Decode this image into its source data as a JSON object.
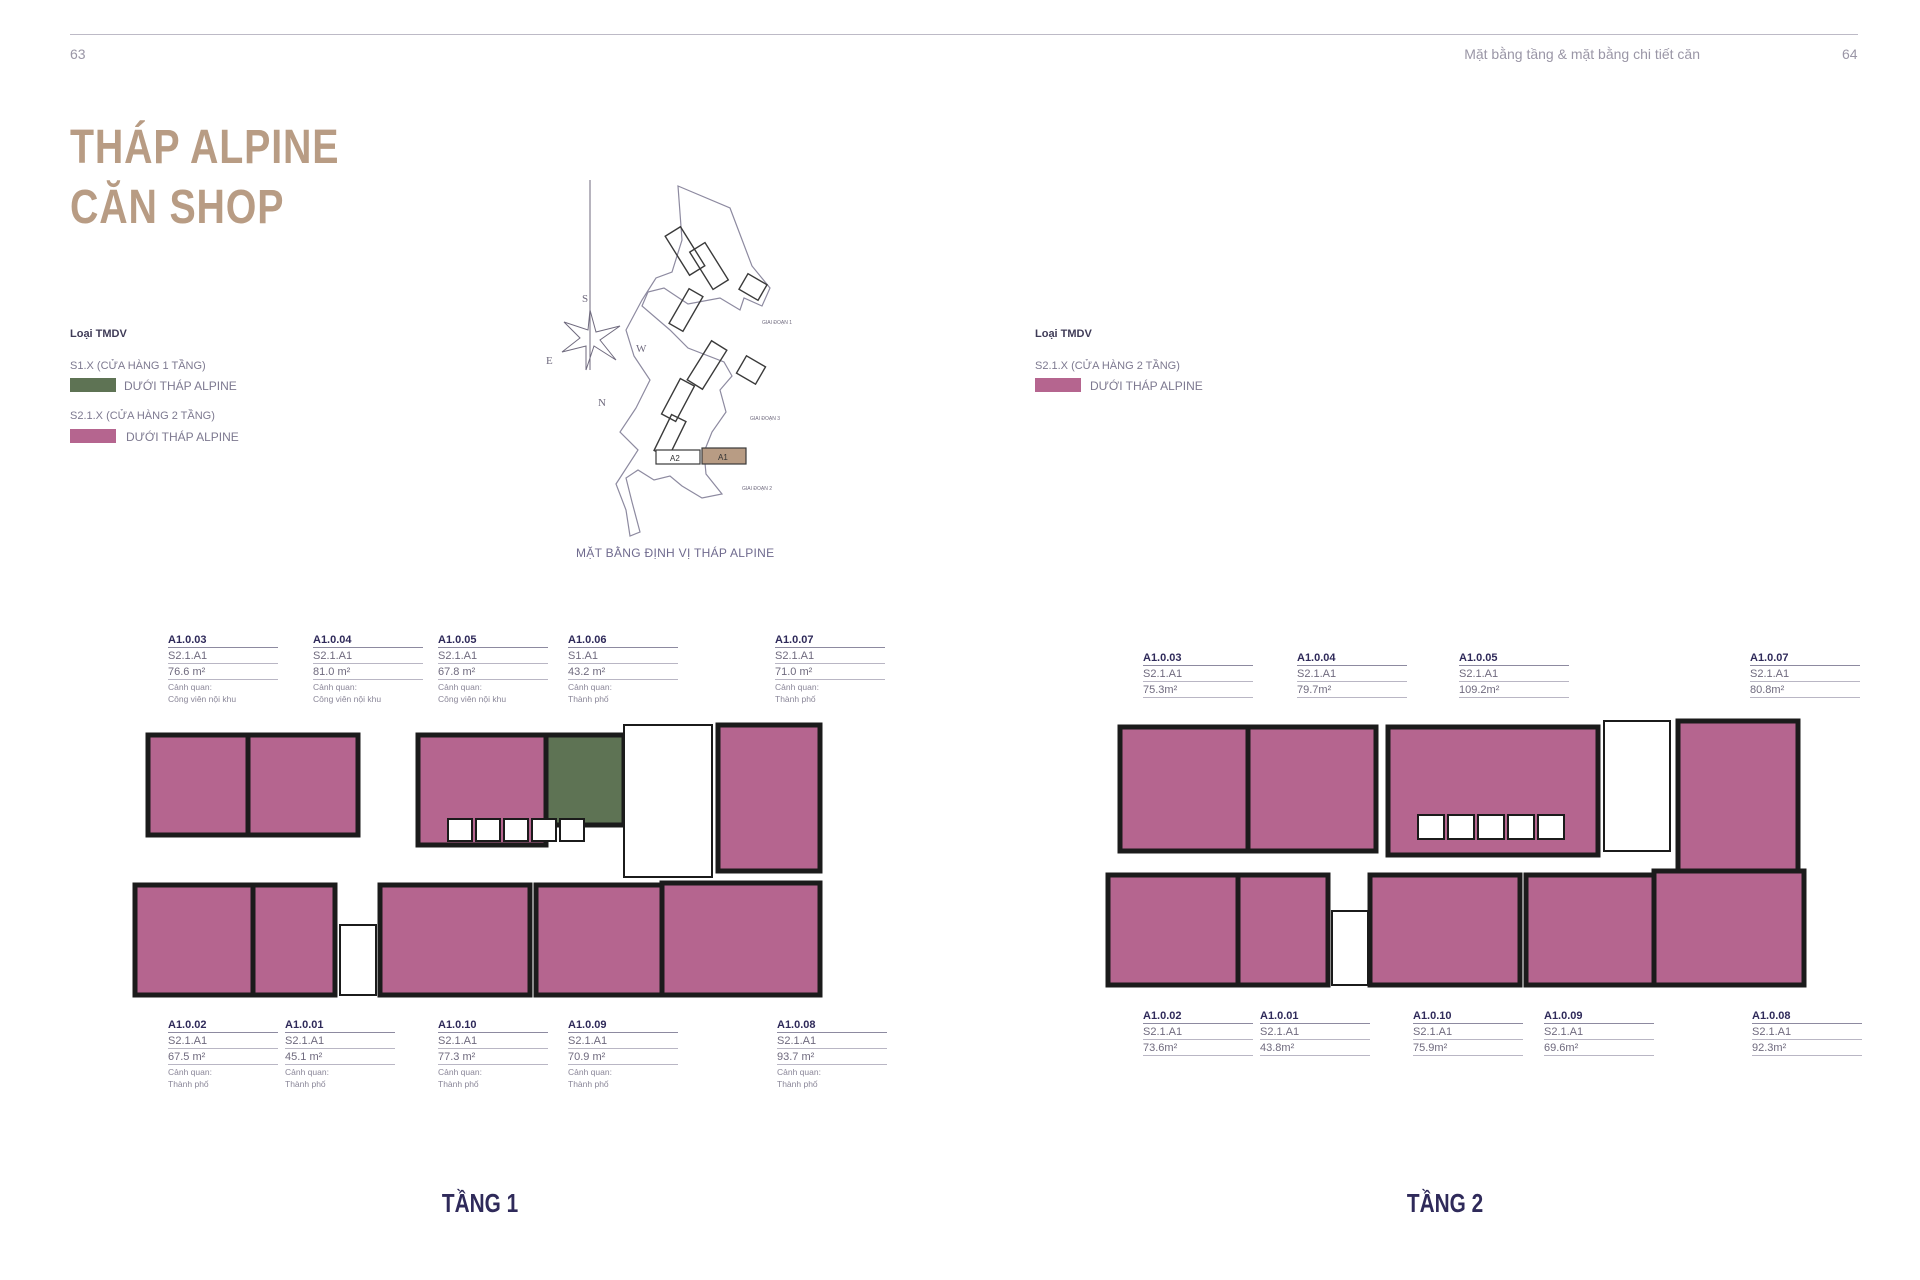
{
  "header": {
    "page_left": "63",
    "page_right": "64",
    "section_title": "Mặt bằng tầng & mặt bằng chi tiết căn"
  },
  "title": {
    "line1": "THÁP ALPINE",
    "line2": "CĂN SHOP"
  },
  "legend_left": {
    "heading": "Loại TMDV",
    "items": [
      {
        "type": "S1.X (CỬA HÀNG 1 TẦNG)",
        "label": "DƯỚI THÁP ALPINE",
        "color": "#5e7354"
      },
      {
        "type": "S2.1.X (CỬA HÀNG 2 TẦNG)",
        "label": "DƯỚI THÁP ALPINE",
        "color": "#b5658f"
      }
    ]
  },
  "legend_right": {
    "heading": "Loại TMDV",
    "items": [
      {
        "type": "S2.1.X (CỬA HÀNG 2 TẦNG)",
        "label": "DƯỚI THÁP ALPINE",
        "color": "#b5658f"
      }
    ]
  },
  "site_map": {
    "caption": "MẶT BẰNG ĐỊNH VỊ THÁP ALPINE",
    "compass": {
      "s": "S",
      "w": "W",
      "e": "E",
      "n": "N"
    },
    "phases": [
      "GIAI ĐOẠN 1",
      "GIAI ĐOẠN 3",
      "GIAI ĐOẠN 2"
    ],
    "blocks": [
      "A2",
      "A1"
    ],
    "highlight_color": "#b89c84"
  },
  "floor1": {
    "title": "TẦNG 1",
    "units_top": [
      {
        "id": "A1.0.03",
        "type": "S2.1.A1",
        "area": "76.6 m²",
        "view_label": "Cảnh quan:",
        "view": "Công viên nội khu"
      },
      {
        "id": "A1.0.04",
        "type": "S2.1.A1",
        "area": "81.0 m²",
        "view_label": "Cảnh quan:",
        "view": "Công viên nội khu"
      },
      {
        "id": "A1.0.05",
        "type": "S2.1.A1",
        "area": "67.8 m²",
        "view_label": "Cảnh quan:",
        "view": "Công viên nội khu"
      },
      {
        "id": "A1.0.06",
        "type": "S1.A1",
        "area": "43.2 m²",
        "view_label": "Cảnh quan:",
        "view": "Thành phố"
      },
      {
        "id": "A1.0.07",
        "type": "S2.1.A1",
        "area": "71.0 m²",
        "view_label": "Cảnh quan:",
        "view": "Thành phố"
      }
    ],
    "units_bottom": [
      {
        "id": "A1.0.02",
        "type": "S2.1.A1",
        "area": "67.5 m²",
        "view_label": "Cảnh quan:",
        "view": "Thành phố"
      },
      {
        "id": "A1.0.01",
        "type": "S2.1.A1",
        "area": "45.1 m²",
        "view_label": "Cảnh quan:",
        "view": "Thành phố"
      },
      {
        "id": "A1.0.10",
        "type": "S2.1.A1",
        "area": "77.3 m²",
        "view_label": "Cảnh quan:",
        "view": "Thành phố"
      },
      {
        "id": "A1.0.09",
        "type": "S2.1.A1",
        "area": "70.9 m²",
        "view_label": "Cảnh quan:",
        "view": "Thành phố"
      },
      {
        "id": "A1.0.08",
        "type": "S2.1.A1",
        "area": "93.7 m²",
        "view_label": "Cảnh quan:",
        "view": "Thành phố"
      }
    ]
  },
  "floor2": {
    "title": "TẦNG 2",
    "units_top": [
      {
        "id": "A1.0.03",
        "type": "S2.1.A1",
        "area": "75.3m²"
      },
      {
        "id": "A1.0.04",
        "type": "S2.1.A1",
        "area": "79.7m²"
      },
      {
        "id": "A1.0.05",
        "type": "S2.1.A1",
        "area": "109.2m²"
      },
      {
        "id": "A1.0.07",
        "type": "S2.1.A1",
        "area": "80.8m²"
      }
    ],
    "units_bottom": [
      {
        "id": "A1.0.02",
        "type": "S2.1.A1",
        "area": "73.6m²"
      },
      {
        "id": "A1.0.01",
        "type": "S2.1.A1",
        "area": "43.8m²"
      },
      {
        "id": "A1.0.10",
        "type": "S2.1.A1",
        "area": "75.9m²"
      },
      {
        "id": "A1.0.09",
        "type": "S2.1.A1",
        "area": "69.6m²"
      },
      {
        "id": "A1.0.08",
        "type": "S2.1.A1",
        "area": "92.3m²"
      }
    ]
  }
}
